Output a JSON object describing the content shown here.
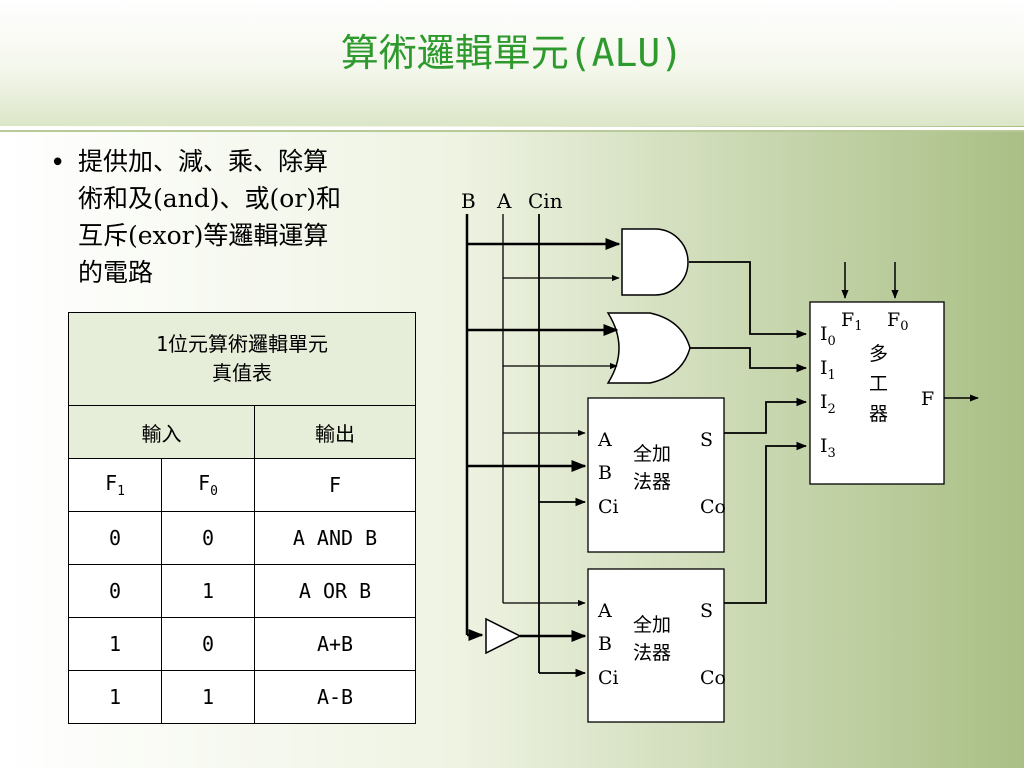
{
  "title": "算術邏輯單元(ALU)",
  "bullet": {
    "lines": [
      "提供加、減、乘、除算",
      "術和及(and)、或(or)和",
      "互斥(exor)等邏輯運算",
      "的電路"
    ]
  },
  "truth_table": {
    "caption_lines": [
      "1位元算術邏輯單元",
      "真值表"
    ],
    "group_input": "輸入",
    "group_output": "輸出",
    "col_f1": "F",
    "col_f1_sub": "1",
    "col_f0": "F",
    "col_f0_sub": "0",
    "col_f": "F",
    "rows": [
      {
        "f1": "0",
        "f0": "0",
        "f": "A AND B"
      },
      {
        "f1": "0",
        "f0": "1",
        "f": "A OR B"
      },
      {
        "f1": "1",
        "f0": "0",
        "f": "A+B"
      },
      {
        "f1": "1",
        "f0": "1",
        "f": "A-B"
      }
    ]
  },
  "circuit": {
    "inputs": {
      "b": "B",
      "a": "A",
      "cin": "Cin"
    },
    "adder1": {
      "a": "A",
      "b": "B",
      "ci": "Ci",
      "s": "S",
      "co": "Co",
      "name1": "全加",
      "name2": "法器"
    },
    "adder2": {
      "a": "A",
      "b": "B",
      "ci": "Ci",
      "s": "S",
      "co": "Co",
      "name1": "全加",
      "name2": "法器"
    },
    "mux": {
      "i_label": "I",
      "i0": "0",
      "i1": "1",
      "i2": "2",
      "i3": "3",
      "f_label": "F",
      "f1_sub": "1",
      "f0_sub": "0",
      "name": [
        "多",
        "工",
        "器"
      ],
      "output": "F"
    }
  }
}
